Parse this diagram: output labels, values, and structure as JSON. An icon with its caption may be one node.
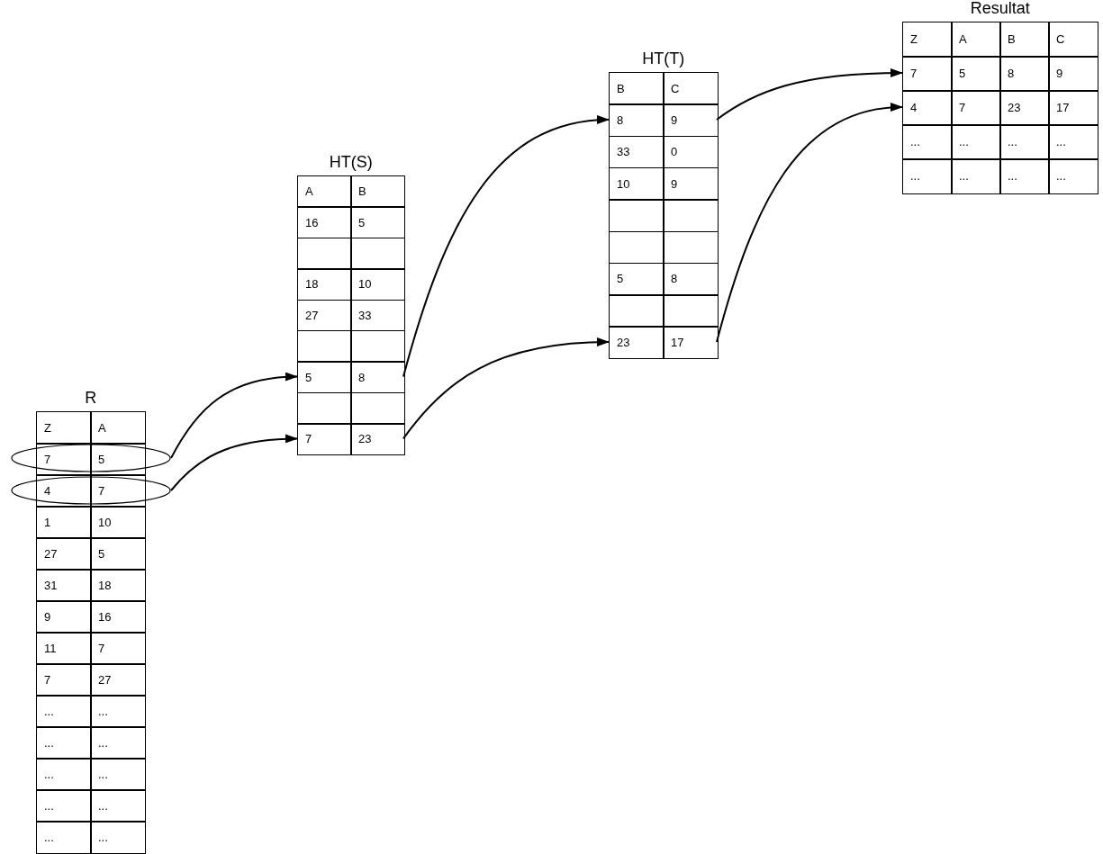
{
  "diagram": {
    "nodes": [
      {
        "text": [
          "R"
        ]
      },
      {
        "text": [
          "Z"
        ],
        "in": 0
      },
      {
        "text": [
          "A"
        ],
        "in": 0
      },
      {
        "text": [
          "7"
        ],
        "in": 0
      },
      {
        "text": [
          "5"
        ],
        "in": 0
      },
      {
        "text": [
          "4"
        ],
        "in": 0
      },
      {
        "text": [
          "7"
        ],
        "in": 0
      },
      {
        "text": [
          "1"
        ],
        "in": 0
      },
      {
        "text": [
          "10"
        ],
        "in": 0
      },
      {
        "text": [
          "27"
        ],
        "in": 0
      },
      {
        "text": [
          "5"
        ],
        "in": 0
      },
      {
        "text": [
          "31"
        ],
        "in": 0
      },
      {
        "text": [
          "18"
        ],
        "in": 0
      },
      {
        "text": [
          "9"
        ],
        "in": 0
      },
      {
        "text": [
          "16"
        ],
        "in": 0
      },
      {
        "text": [
          "11"
        ],
        "in": 0
      },
      {
        "text": [
          "7"
        ],
        "in": 0
      },
      {
        "text": [
          "7"
        ],
        "in": 0
      },
      {
        "text": [
          "27"
        ],
        "in": 0
      },
      {
        "text": [
          "..."
        ],
        "in": 0
      },
      {
        "text": [
          "..."
        ],
        "in": 0
      },
      {
        "text": [
          "..."
        ],
        "in": 0
      },
      {
        "text": [
          "..."
        ],
        "in": 0
      },
      {
        "text": [
          "..."
        ],
        "in": 0
      },
      {
        "text": [
          "..."
        ],
        "in": 0
      },
      {
        "text": [
          "..."
        ],
        "in": 0
      },
      {
        "text": [
          "..."
        ],
        "in": 0
      },
      {
        "text": [
          "..."
        ],
        "in": 0
      },
      {
        "text": [
          "..."
        ],
        "in": 0
      },
      {
        "text": [],
        "shape": "ellipse"
      },
      {
        "text": [],
        "shape": "ellipse"
      },
      {
        "text": [
          "HT(S)"
        ]
      },
      {
        "text": [
          "A"
        ],
        "in": 31
      },
      {
        "text": [
          "B"
        ],
        "in": 31
      },
      {
        "text": [
          "16"
        ],
        "in": 31
      },
      {
        "text": [
          "5"
        ],
        "in": 31
      },
      {
        "text": [],
        "shape": "box",
        "in": 31
      },
      {
        "text": [],
        "shape": "box",
        "in": 31
      },
      {
        "text": [
          "18"
        ],
        "in": 31
      },
      {
        "text": [
          "10"
        ],
        "in": 31
      },
      {
        "text": [
          "27"
        ],
        "in": 31
      },
      {
        "text": [
          "33"
        ],
        "in": 31
      },
      {
        "text": [],
        "shape": "box",
        "in": 31
      },
      {
        "text": [],
        "shape": "box",
        "in": 31
      },
      {
        "text": [
          "5"
        ],
        "in": 31
      },
      {
        "text": [
          "8"
        ],
        "in": 31
      },
      {
        "text": [],
        "shape": "box",
        "in": 31
      },
      {
        "text": [],
        "shape": "box",
        "in": 31
      },
      {
        "text": [
          "7"
        ],
        "in": 31
      },
      {
        "text": [
          "23"
        ],
        "in": 31
      },
      {
        "text": [
          "HT(T)"
        ]
      },
      {
        "text": [
          "B"
        ],
        "in": 50
      },
      {
        "text": [
          "C"
        ],
        "in": 50
      },
      {
        "text": [
          "8"
        ],
        "in": 50
      },
      {
        "text": [
          "9"
        ],
        "in": 50
      },
      {
        "text": [
          "33"
        ],
        "in": 50
      },
      {
        "text": [
          "0"
        ],
        "in": 50
      },
      {
        "text": [
          "10"
        ],
        "in": 50
      },
      {
        "text": [
          "9"
        ],
        "in": 50
      },
      {
        "text": [],
        "shape": "box",
        "in": 50
      },
      {
        "text": [],
        "shape": "box",
        "in": 50
      },
      {
        "text": [],
        "shape": "box",
        "in": 50
      },
      {
        "text": [],
        "shape": "box",
        "in": 50
      },
      {
        "text": [
          "5"
        ],
        "in": 50
      },
      {
        "text": [
          "8"
        ],
        "in": 50
      },
      {
        "text": [],
        "shape": "box",
        "in": 50
      },
      {
        "text": [],
        "shape": "box",
        "in": 50
      },
      {
        "text": [
          "23"
        ],
        "in": 50
      },
      {
        "text": [
          "17"
        ],
        "in": 50
      },
      {
        "text": [
          "Resultat"
        ]
      },
      {
        "text": [
          "Z"
        ],
        "in": 69
      },
      {
        "text": [
          "A"
        ],
        "in": 69
      },
      {
        "text": [
          "B"
        ],
        "in": 69
      },
      {
        "text": [
          "C"
        ],
        "in": 69
      },
      {
        "text": [
          "7"
        ],
        "in": 69
      },
      {
        "text": [
          "5"
        ],
        "in": 69
      },
      {
        "text": [
          "8"
        ],
        "in": 69
      },
      {
        "text": [
          "9"
        ],
        "in": 69
      },
      {
        "text": [
          "4"
        ],
        "in": 69
      },
      {
        "text": [
          "7"
        ],
        "in": 69
      },
      {
        "text": [
          "23"
        ],
        "in": 69
      },
      {
        "text": [
          "17"
        ],
        "in": 69
      },
      {
        "text": [
          "..."
        ],
        "in": 69
      },
      {
        "text": [
          "..."
        ],
        "in": 69
      },
      {
        "text": [
          "..."
        ],
        "in": 69
      },
      {
        "text": [
          "..."
        ],
        "in": 69
      },
      {
        "text": [
          "..."
        ],
        "in": 69
      },
      {
        "text": [
          "..."
        ],
        "in": 69
      },
      {
        "text": [
          "..."
        ],
        "in": 69
      },
      {
        "text": [
          "..."
        ],
        "in": 69
      }
    ],
    "edges": [
      {
        "from": 29,
        "to": 44,
        "arrow": "to"
      },
      {
        "from": 30,
        "to": 48,
        "arrow": "to"
      },
      {
        "from": 45,
        "to": 53,
        "arrow": "to"
      },
      {
        "from": 49,
        "to": 67,
        "arrow": "to"
      },
      {
        "from": 54,
        "to": 74,
        "arrow": "to"
      },
      {
        "from": 68,
        "to": 78,
        "arrow": "to"
      }
    ]
  }
}
